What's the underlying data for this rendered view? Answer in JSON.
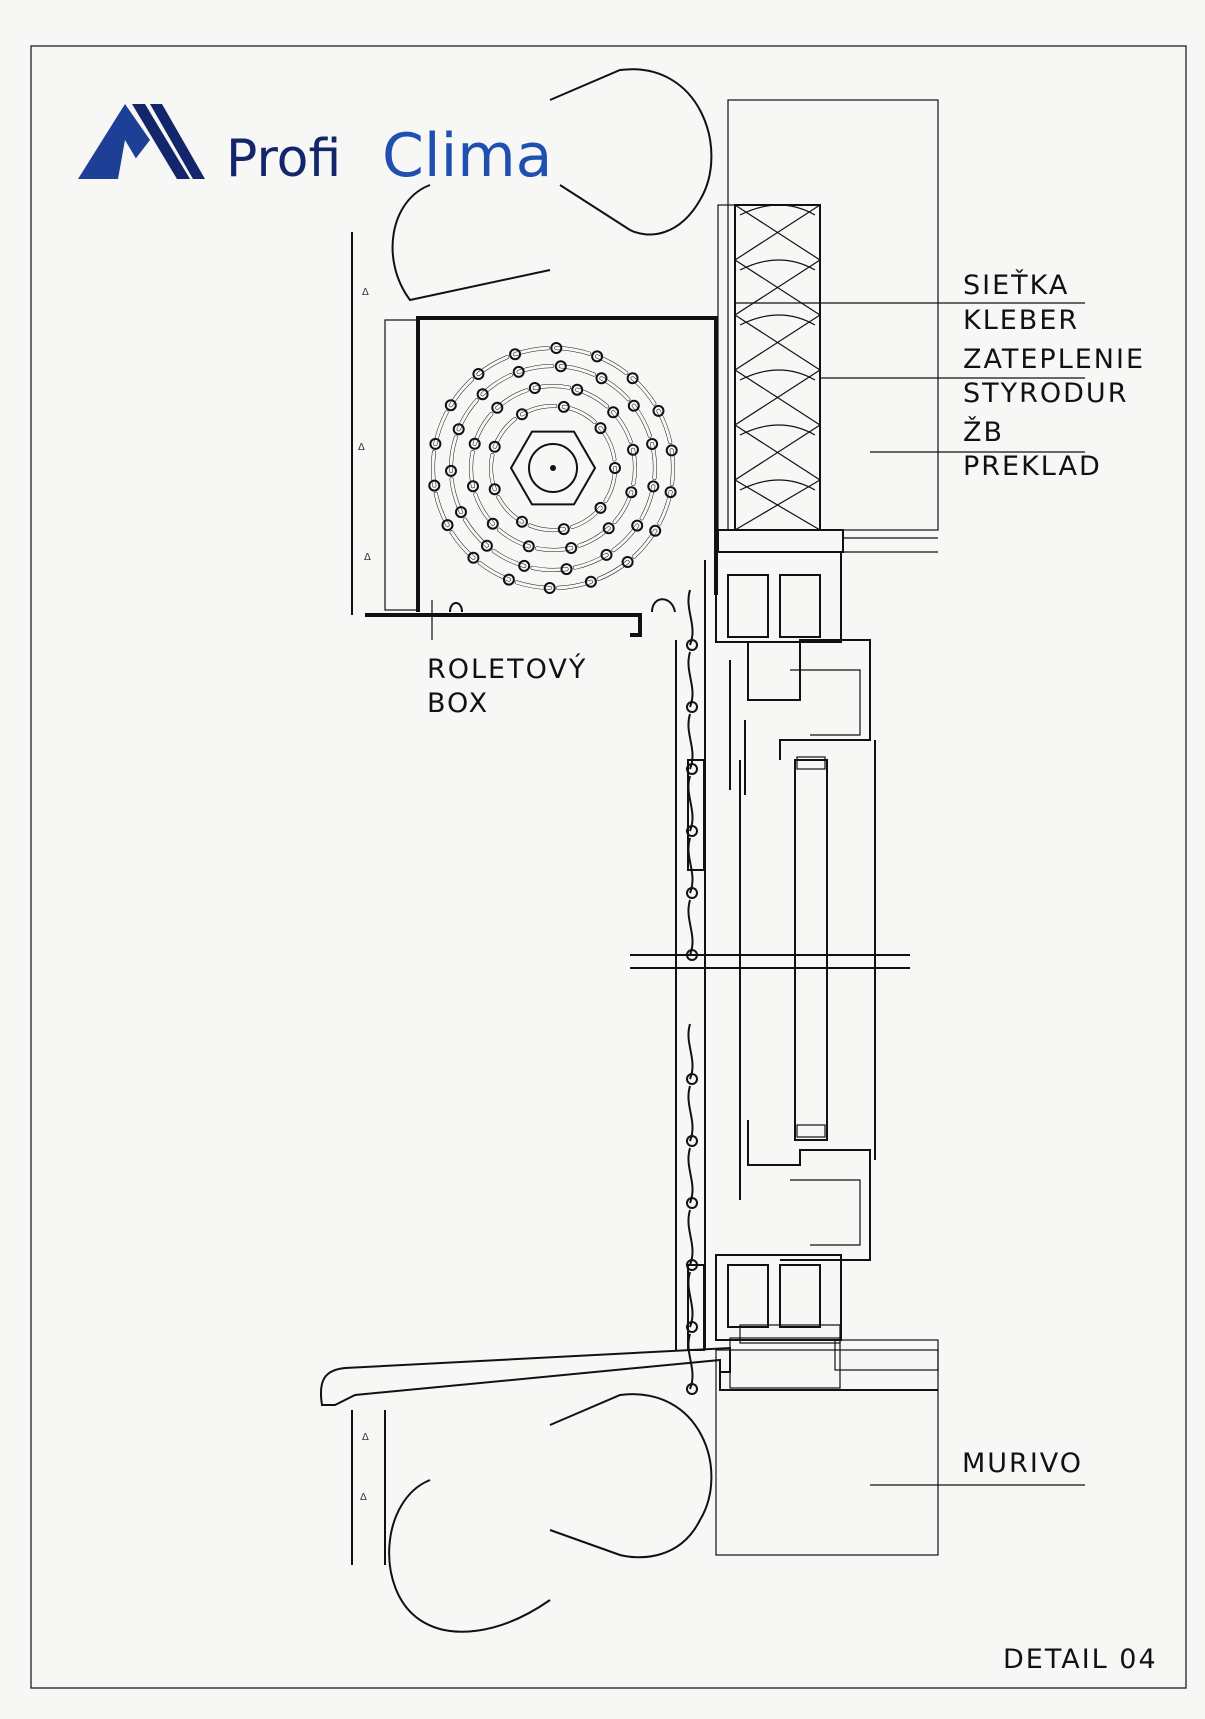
{
  "logo": {
    "part1": "Profi",
    "part2": "Clima",
    "color_dark": "#13256b",
    "color_blue": "#1f4fb0"
  },
  "labels": {
    "sietka": "SIEŤKA",
    "kleber": "KLEBER",
    "zateplenie": "ZATEPLENIE",
    "styrodur": "STYRODUR",
    "zb": "ŽB",
    "preklad": "PREKLAD",
    "roletovy": "ROLETOVÝ",
    "box": "BOX",
    "murivo": "MURIVO",
    "detail": "DETAIL  04"
  }
}
